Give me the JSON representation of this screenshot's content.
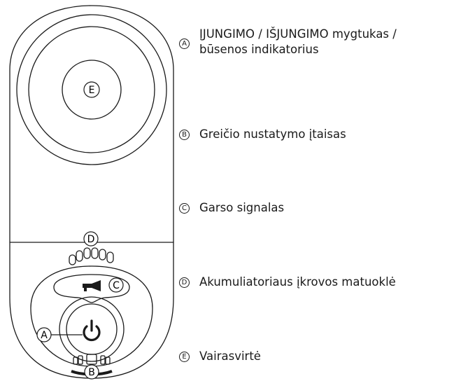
{
  "device_labels": {
    "joystick": "E",
    "battery_gauge": "D",
    "horn": "C",
    "power_button": "A",
    "speed_setting": "B"
  },
  "legend": [
    {
      "marker": "A",
      "text": "ĮJUNGIMO / IŠJUNGIMO mygtukas /\nbūsenos indikatorius"
    },
    {
      "marker": "B",
      "text": "Greičio nustatymo įtaisas"
    },
    {
      "marker": "C",
      "text": "Garso signalas"
    },
    {
      "marker": "D",
      "text": "Akumuliatoriaus įkrovos matuoklė"
    },
    {
      "marker": "E",
      "text": "Vairasvirtė"
    }
  ]
}
